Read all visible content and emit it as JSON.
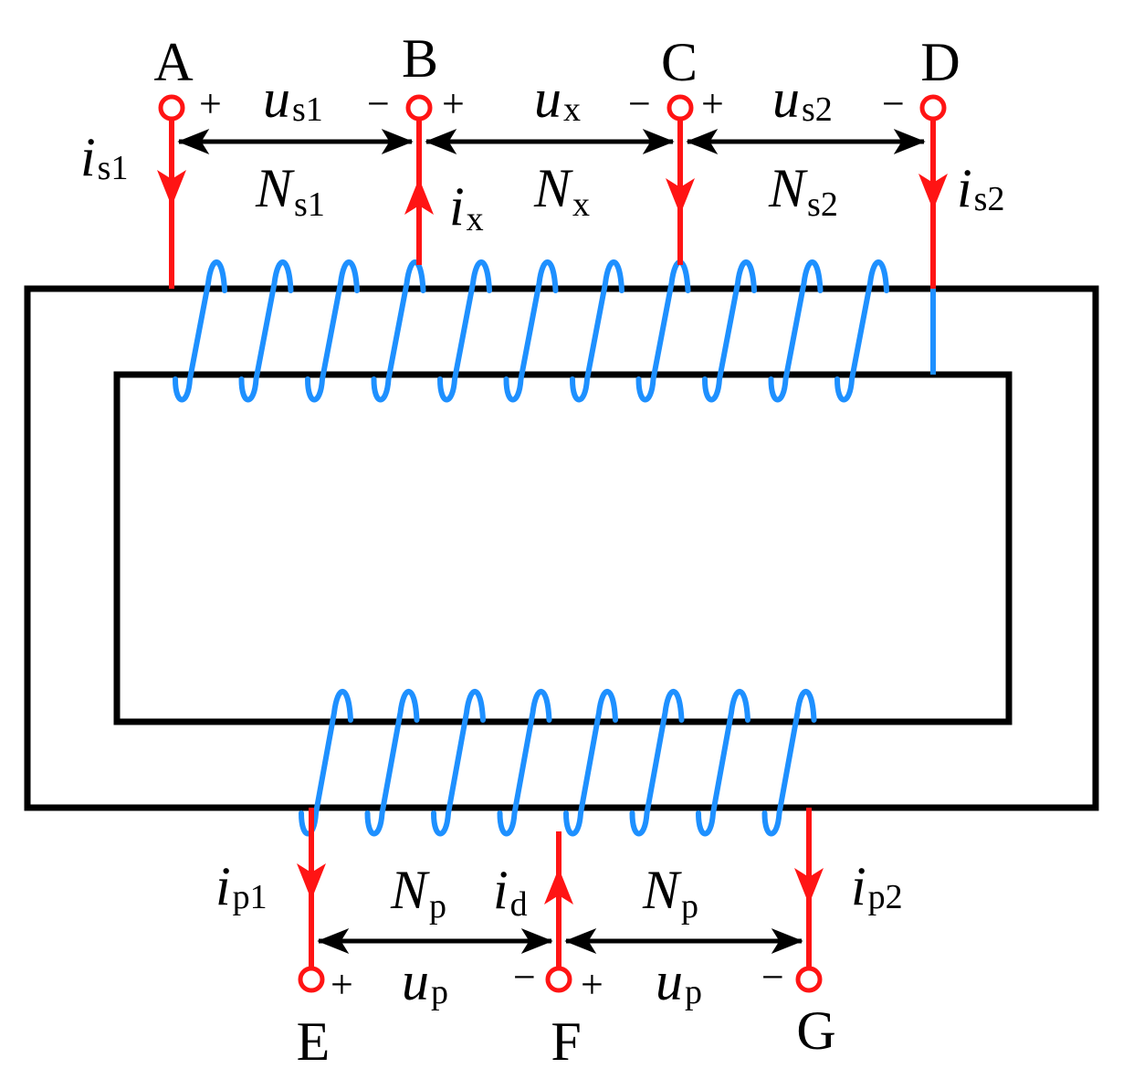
{
  "terminals": {
    "A": "A",
    "B": "B",
    "C": "C",
    "D": "D",
    "E": "E",
    "F": "F",
    "G": "G"
  },
  "signs": {
    "plus": "+",
    "minus": "−"
  },
  "voltages": {
    "us1": {
      "sym": "u",
      "sub": "s1"
    },
    "ux": {
      "sym": "u",
      "sub": "x"
    },
    "us2": {
      "sym": "u",
      "sub": "s2"
    },
    "up": {
      "sym": "u",
      "sub": "p"
    }
  },
  "turns": {
    "Ns1": {
      "sym": "N",
      "sub": "s1"
    },
    "Nx": {
      "sym": "N",
      "sub": "x"
    },
    "Ns2": {
      "sym": "N",
      "sub": "s2"
    },
    "Np": {
      "sym": "N",
      "sub": "p"
    }
  },
  "currents": {
    "is1": {
      "sym": "i",
      "sub": "s1"
    },
    "ix": {
      "sym": "i",
      "sub": "x"
    },
    "is2": {
      "sym": "i",
      "sub": "s2"
    },
    "ip1": {
      "sym": "i",
      "sub": "p1"
    },
    "id": {
      "sym": "i",
      "sub": "d"
    },
    "ip2": {
      "sym": "i",
      "sub": "p2"
    }
  },
  "colors": {
    "core": "#000000",
    "winding": "#1e90ff",
    "lead": "#ff1414",
    "arrow": "#000000"
  }
}
